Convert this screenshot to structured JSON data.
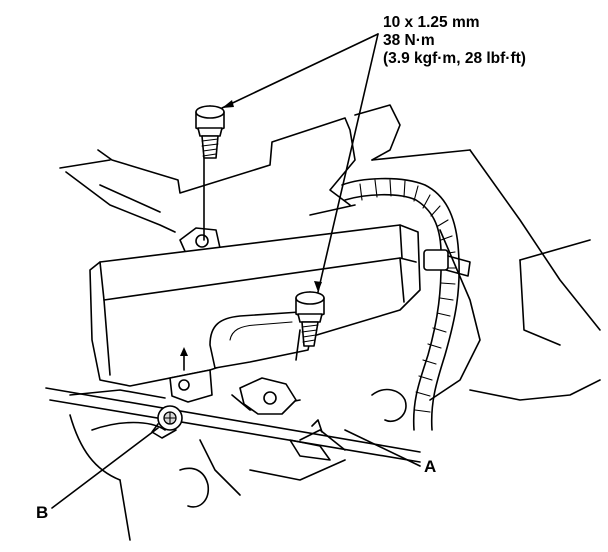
{
  "torque_spec": {
    "bolt_size": "10 x 1.25 mm",
    "torque_nm": "38 N·m",
    "torque_alt": "(3.9 kgf·m, 28 lbf·ft)"
  },
  "callouts": {
    "a": "A",
    "b": "B"
  }
}
